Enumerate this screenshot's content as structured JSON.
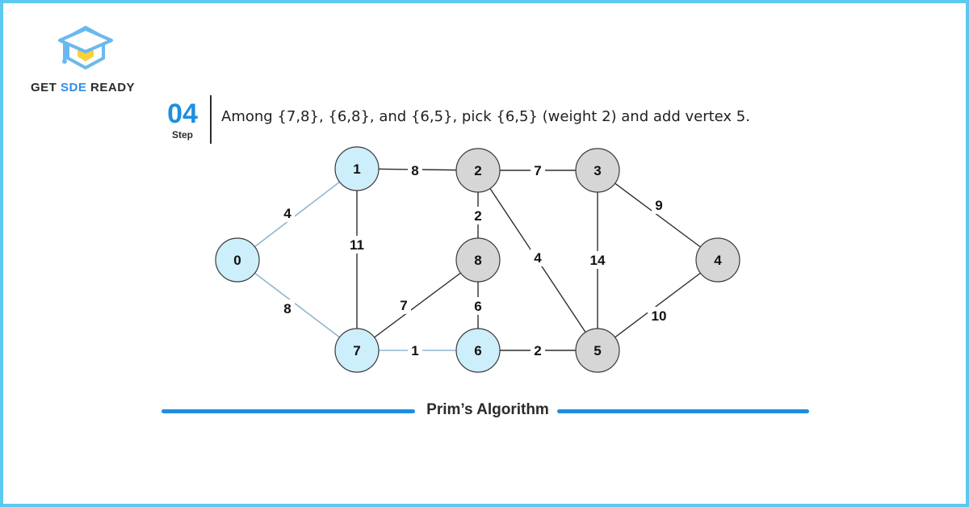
{
  "brand": {
    "prefix": "GET ",
    "accent": "SDE",
    "suffix": " READY"
  },
  "step": {
    "number": "04",
    "label": "Step"
  },
  "caption": "Among {7,8}, {6,8}, and {6,5}, pick {6,5} (weight 2) and add vertex 5.",
  "footer": {
    "title": "Prim’s Algorithm"
  },
  "colors": {
    "visited_fill": "#cdeefb",
    "unvisited_fill": "#d6d6d6",
    "tree_edge": "#8fb6cf",
    "normal_edge": "#2f2f2f",
    "accent": "#1d8fe0",
    "border": "#5ec8ee"
  },
  "icons": {
    "logo": "graduation-cap-hexagon-icon"
  },
  "graph": {
    "nodes": [
      {
        "id": "0",
        "label": "0",
        "visited": true
      },
      {
        "id": "1",
        "label": "1",
        "visited": true
      },
      {
        "id": "2",
        "label": "2",
        "visited": false
      },
      {
        "id": "3",
        "label": "3",
        "visited": false
      },
      {
        "id": "4",
        "label": "4",
        "visited": false
      },
      {
        "id": "5",
        "label": "5",
        "visited": false
      },
      {
        "id": "6",
        "label": "6",
        "visited": true
      },
      {
        "id": "7",
        "label": "7",
        "visited": true
      },
      {
        "id": "8",
        "label": "8",
        "visited": false
      }
    ],
    "edges": [
      {
        "from": "0",
        "to": "1",
        "weight": "4",
        "tree": true
      },
      {
        "from": "0",
        "to": "7",
        "weight": "8",
        "tree": true
      },
      {
        "from": "1",
        "to": "2",
        "weight": "8",
        "tree": false
      },
      {
        "from": "1",
        "to": "7",
        "weight": "11",
        "tree": false
      },
      {
        "from": "2",
        "to": "3",
        "weight": "7",
        "tree": false
      },
      {
        "from": "2",
        "to": "8",
        "weight": "2",
        "tree": false
      },
      {
        "from": "2",
        "to": "5",
        "weight": "4",
        "tree": false
      },
      {
        "from": "3",
        "to": "4",
        "weight": "9",
        "tree": false
      },
      {
        "from": "3",
        "to": "5",
        "weight": "14",
        "tree": false
      },
      {
        "from": "4",
        "to": "5",
        "weight": "10",
        "tree": false
      },
      {
        "from": "5",
        "to": "6",
        "weight": "2",
        "tree": false
      },
      {
        "from": "6",
        "to": "7",
        "weight": "1",
        "tree": true
      },
      {
        "from": "6",
        "to": "8",
        "weight": "6",
        "tree": false
      },
      {
        "from": "7",
        "to": "8",
        "weight": "7",
        "tree": false
      }
    ]
  }
}
